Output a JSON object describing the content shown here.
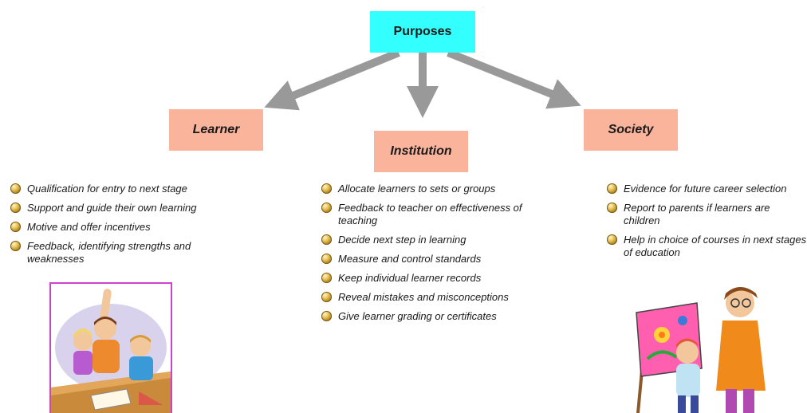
{
  "diagram": {
    "root": {
      "label": "Purposes",
      "color": "#33ffff"
    },
    "node_color": "#fbb49c",
    "arrow_color": "#999999",
    "branches": [
      {
        "label": "Learner",
        "items": [
          "Qualification for entry to next stage",
          "Support and guide their own learning",
          "Motive and offer incentives",
          "Feedback, identifying strengths and weaknesses"
        ]
      },
      {
        "label": "Institution",
        "items": [
          "Allocate learners to sets or groups",
          "Feedback to teacher on effectiveness of teaching",
          "Decide next step in learning",
          "Measure and control standards",
          "Keep individual learner records",
          "Reveal mistakes and misconceptions",
          "Give learner grading or certificates"
        ]
      },
      {
        "label": "Society",
        "items": [
          "Evidence for future career selection",
          "Report to parents if learners are children",
          "Help in choice of courses in next stages of education"
        ]
      }
    ]
  },
  "images": {
    "students": "students-raising-hand-clipart",
    "painter": "child-painting-with-teacher-clipart"
  }
}
